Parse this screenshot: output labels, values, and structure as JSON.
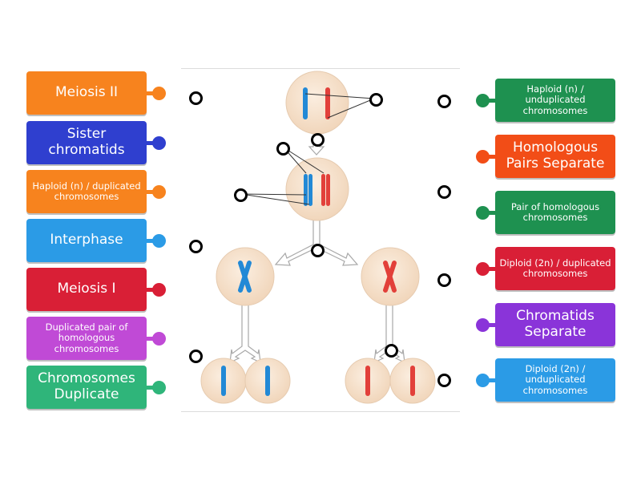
{
  "left_labels": [
    {
      "id": "meiosis-ii",
      "text": "Meiosis II",
      "color": "#f7831e",
      "size": "big"
    },
    {
      "id": "sister-chromatids",
      "text": "Sister chromatids",
      "color": "#2f3fcf",
      "size": "big"
    },
    {
      "id": "haploid-duplicated",
      "text": "Haploid (n) / duplicated chromosomes",
      "color": "#f7831e",
      "size": "small"
    },
    {
      "id": "interphase",
      "text": "Interphase",
      "color": "#2b9be6",
      "size": "big"
    },
    {
      "id": "meiosis-i",
      "text": "Meiosis I",
      "color": "#d91f36",
      "size": "big"
    },
    {
      "id": "duplicated-pair-homologous",
      "text": "Duplicated pair of homologous chromosomes",
      "color": "#c04ad6",
      "size": "small"
    },
    {
      "id": "chromosomes-duplicate",
      "text": "Chromosomes Duplicate",
      "color": "#2fb57a",
      "size": "big"
    }
  ],
  "right_labels": [
    {
      "id": "haploid-unduplicated",
      "text": "Haploid (n) / unduplicated chromosomes",
      "color": "#1e9150",
      "size": "small"
    },
    {
      "id": "homologous-pairs-separate",
      "text": "Homologous Pairs Separate",
      "color": "#f24d17",
      "size": "big"
    },
    {
      "id": "pair-of-homologous",
      "text": "Pair of homologous chromosomes",
      "color": "#1e9150",
      "size": "small"
    },
    {
      "id": "diploid-duplicated",
      "text": "Diploid (2n) / duplicated chromosomes",
      "color": "#d91f36",
      "size": "small"
    },
    {
      "id": "chromatids-separate",
      "text": "Chromatids Separate",
      "color": "#8a34d9",
      "size": "big"
    },
    {
      "id": "diploid-unduplicated",
      "text": "Diploid (2n) / unduplicated chromosomes",
      "color": "#2b9be6",
      "size": "small"
    }
  ],
  "colors": {
    "cell_fill": "#f5dfc8",
    "cell_stroke": "#e6cbb0",
    "chromosome_blue": "#2289d6",
    "chromosome_red": "#e2403a",
    "arrow_stroke": "#a8a8a8",
    "hotspot": "#000000"
  },
  "hotspot_count": 13
}
